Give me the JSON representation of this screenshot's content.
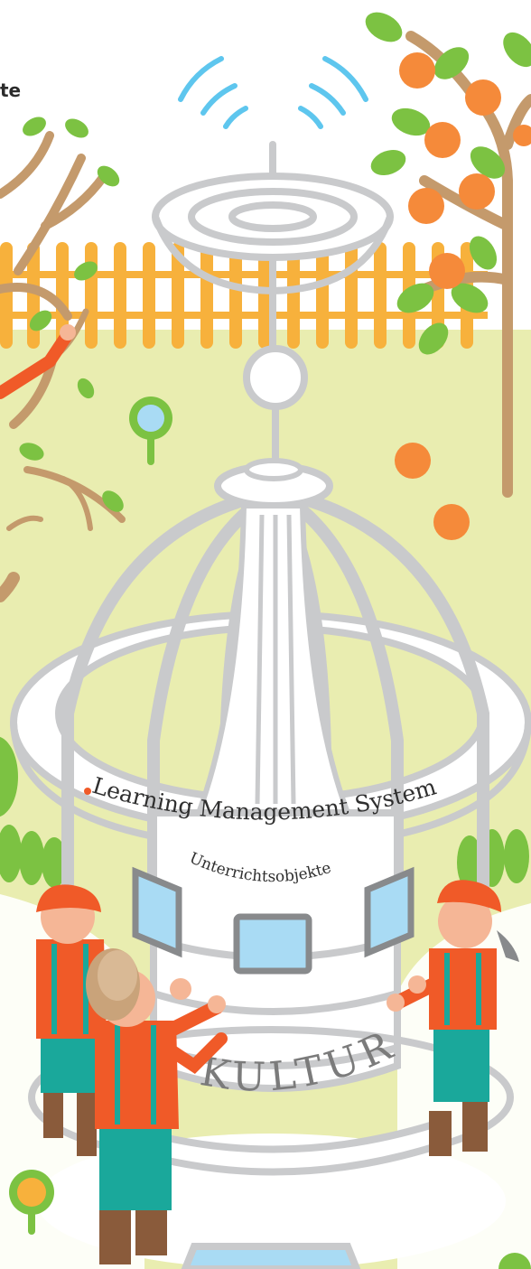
{
  "corner_text": "te",
  "ring_label": "Learning Management System",
  "inner_label": "Unterrichtsobjekte",
  "base_label": "KULTUR",
  "colors": {
    "grass": "#e9edb0",
    "fence": "#f7b13c",
    "structure": "#c9cacc",
    "structure_fill": "#ffffff",
    "screen": "#a9dbf4",
    "wifi": "#5ec6ee",
    "orange": "#f58a3a",
    "leaf": "#7cc242",
    "branch": "#c49a6c",
    "jacket": "#f05a28",
    "overalls": "#1aa89b",
    "boots": "#8a5b3b",
    "skin": "#f5b696",
    "hat_beige": "#c9a37a",
    "bullet": "#f05a28"
  },
  "icons": [
    "wifi-signal-icon",
    "map-pin-icon"
  ]
}
